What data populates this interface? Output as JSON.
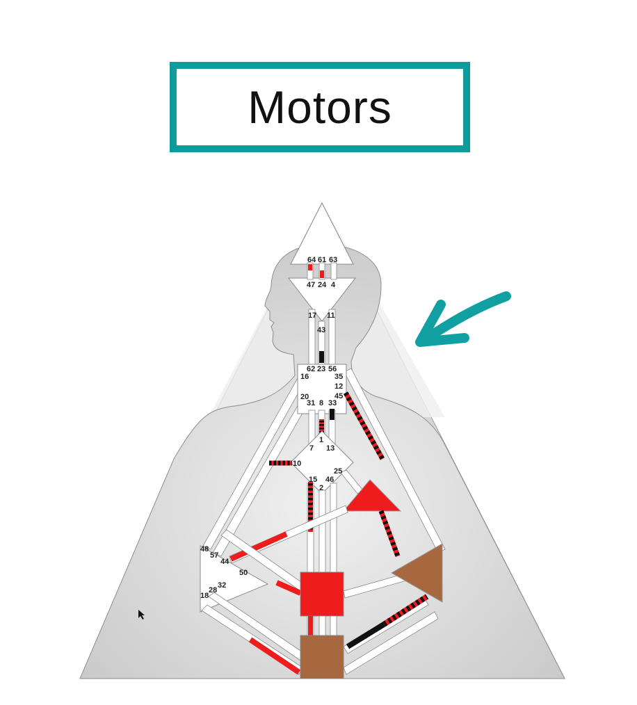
{
  "title": "Motors",
  "colors": {
    "frame": "#0f9a9b",
    "arrow": "#11a0a2",
    "defined_red": "#ee1c1c",
    "defined_brown": "#a8683f",
    "channel_black": "#111111",
    "silhouette": "#cfcfcf",
    "triangle_bg": "#c9c9c9"
  },
  "gates": {
    "g64": "64",
    "g61": "61",
    "g63": "63",
    "g47": "47",
    "g24": "24",
    "g4": "4",
    "g17": "17",
    "g11": "11",
    "g43": "43",
    "g62": "62",
    "g23": "23",
    "g56": "56",
    "g16": "16",
    "g35": "35",
    "g12": "12",
    "g45": "45",
    "g20": "20",
    "g31": "31",
    "g8": "8",
    "g33": "33",
    "g1": "1",
    "g7": "7",
    "g13": "13",
    "g10": "10",
    "g25": "25",
    "g15": "15",
    "g46": "46",
    "g2": "2",
    "g48": "48",
    "g57": "57",
    "g44": "44",
    "g50": "50",
    "g32": "32",
    "g28": "28",
    "g18": "18"
  },
  "icons": {
    "pointer": "pointer-arrow-icon",
    "cursor": "mouse-cursor-icon"
  }
}
